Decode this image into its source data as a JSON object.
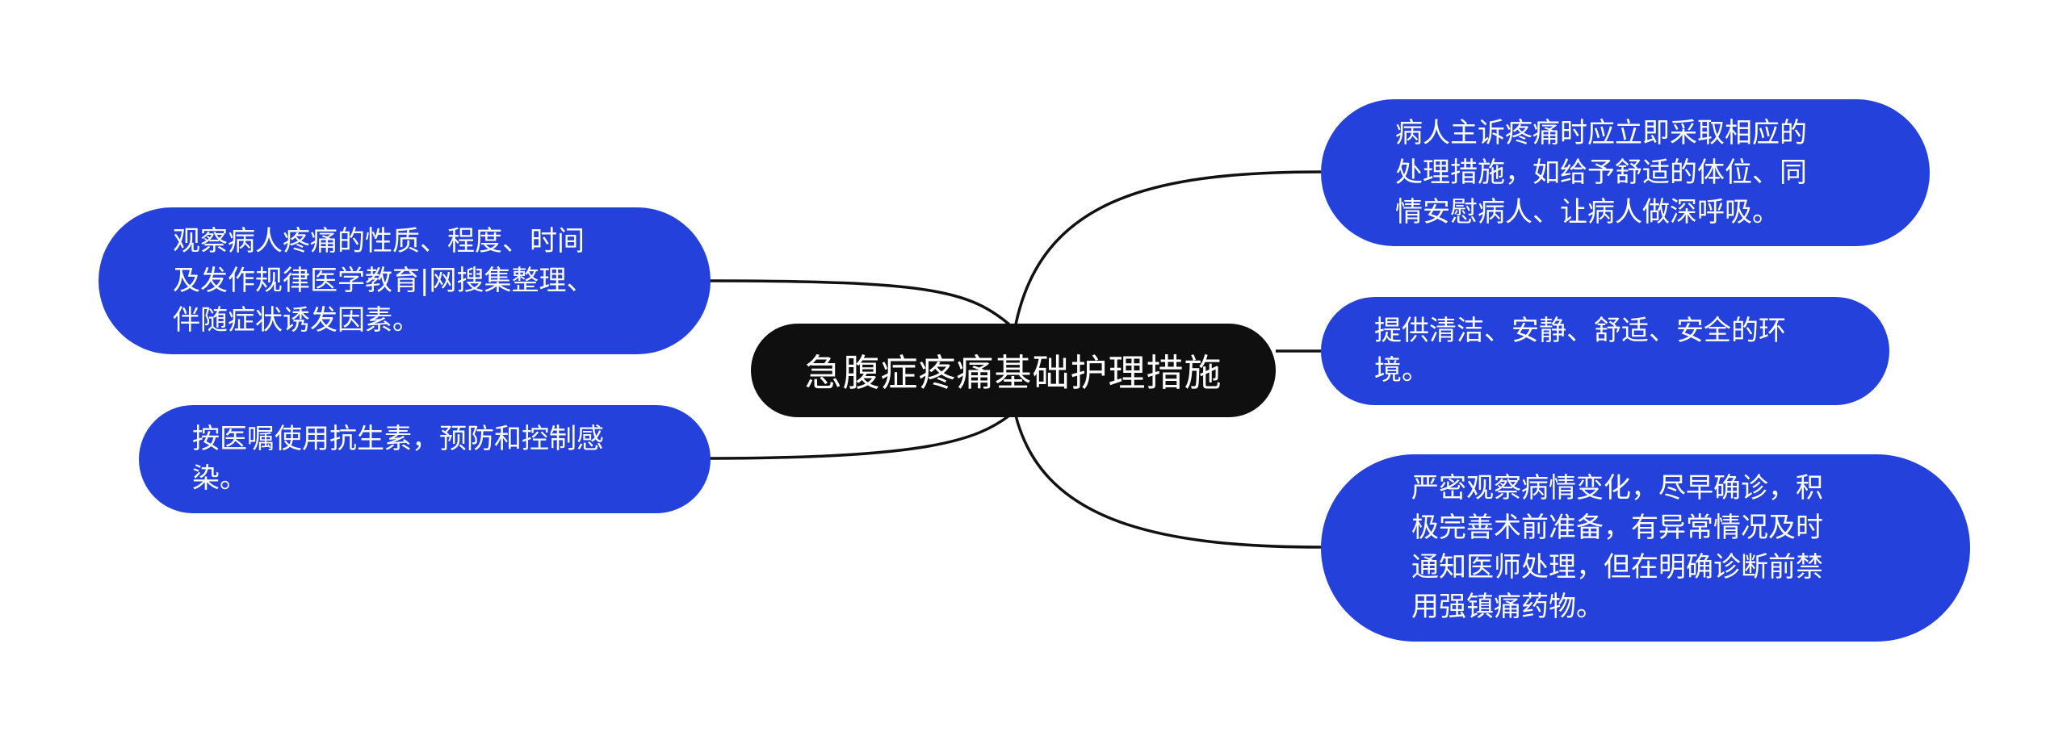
{
  "root": {
    "label": "急腹症疼痛基础护理措施",
    "bg_color": "#0f0f0f",
    "text_color": "#ffffff"
  },
  "branch_color": "#2541dc",
  "connector_color": "#111111",
  "branches": {
    "left": [
      {
        "label": "观察病人疼痛的性质、程度、时间\n及发作规律医学教育|网搜集整理、\n伴随症状诱发因素。"
      },
      {
        "label": "按医嘱使用抗生素，预防和控制感\n染。"
      }
    ],
    "right": [
      {
        "label": "病人主诉疼痛时应立即采取相应的\n处理措施，如给予舒适的体位、同\n情安慰病人、让病人做深呼吸。"
      },
      {
        "label": "提供清洁、安静、舒适、安全的环\n境。"
      },
      {
        "label": "严密观察病情变化，尽早确诊，积\n极完善术前准备，有异常情况及时\n通知医师处理，但在明确诊断前禁\n用强镇痛药物。"
      }
    ]
  }
}
